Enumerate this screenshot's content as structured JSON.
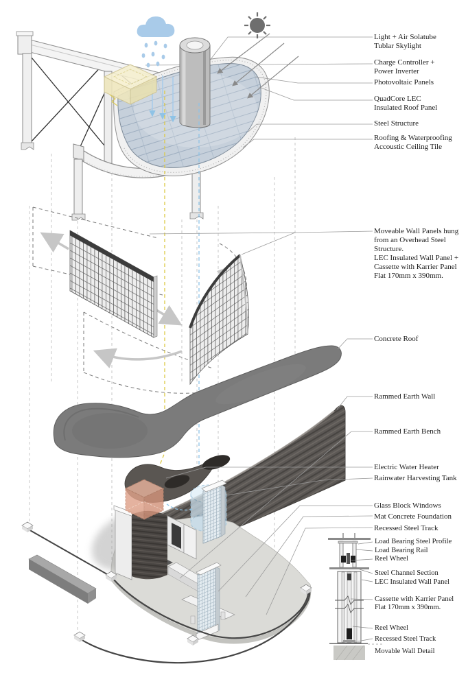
{
  "page": {
    "background": "#ffffff"
  },
  "palette": {
    "rain_blue": "#a9cbe9",
    "wire_yellow": "#e0ce4a",
    "water_blue": "#8fc3e6",
    "heater_copper": "#dfa28a",
    "tank_blue": "#cfe4f2",
    "pv_panel_blue": "#c6d0db",
    "steel_light": "#f1f1f1",
    "concrete_gray": "#7b7b7b",
    "rammed_earth_dark": "#4a4643",
    "foundation_gray": "#dbdbd7",
    "leader_gray": "#9b9b9b",
    "text_color": "#1b1b1b"
  },
  "icons": {
    "sun": "sun-icon",
    "rain_cloud": "rain-cloud-icon"
  },
  "annotations": {
    "top": [
      {
        "text": "Light + Air Solatube\nTublar Skylight"
      },
      {
        "text": "Charge Controller +\nPower Inverter"
      },
      {
        "text": "Photovoltaic Panels"
      },
      {
        "text": "QuadCore LEC\nInsulated Roof Panel"
      },
      {
        "text": "Steel Structure"
      },
      {
        "text": "Roofing & Waterproofing\nAccoustic Ceiling Tile"
      }
    ],
    "middle": [
      {
        "text": "Moveable Wall Panels hung\nfrom an Overhead Steel\nStructure.\nLEC Insulated Wall Panel +\nCassette with Karrier Panel\nFlat 170mm x 390mm."
      },
      {
        "text": "Concrete Roof"
      }
    ],
    "bottom": [
      {
        "text": "Rammed Earth Wall"
      },
      {
        "text": "Rammed Earth Bench"
      },
      {
        "text": "Electric Water Heater"
      },
      {
        "text": "Rainwater Harvesting Tank"
      },
      {
        "text": "Glass Block Windows"
      },
      {
        "text": "Mat Concrete Foundation"
      },
      {
        "text": "Recessed Steel Track"
      }
    ],
    "detail": [
      {
        "text": "Load Bearing Steel Profile"
      },
      {
        "text": "Load Bearing Rail"
      },
      {
        "text": "Reel Wheel"
      },
      {
        "text": "Steel Channel Section"
      },
      {
        "text": "LEC Insulated Wall Panel"
      },
      {
        "text": "Cassette with Karrier Panel\nFlat 170mm x 390mm."
      },
      {
        "text": "Reel Wheel"
      },
      {
        "text": "Recessed Steel Track"
      },
      {
        "text": "Movable Wall Detail"
      }
    ]
  }
}
